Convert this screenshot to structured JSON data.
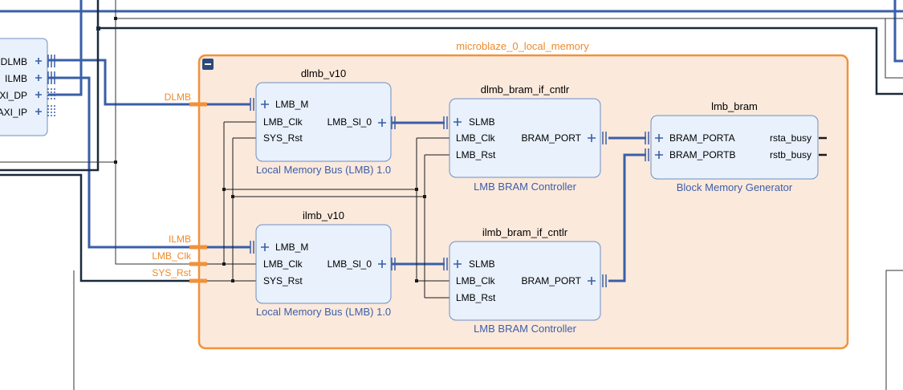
{
  "hier": {
    "name": "microblaze_0_local_memory",
    "ports": {
      "dlmb": "DLMB",
      "ilmb": "ILMB",
      "lmb_clk": "LMB_Clk",
      "sys_rst": "SYS_Rst"
    }
  },
  "mb": {
    "ports": [
      "DLMB",
      "ILMB",
      "XI_DP",
      "AXI_IP"
    ]
  },
  "dlmb_v10": {
    "name": "dlmb_v10",
    "subtitle": "Local Memory Bus (LMB) 1.0",
    "p_m": "LMB_M",
    "p_clk": "LMB_Clk",
    "p_rst": "SYS_Rst",
    "p_si": "LMB_Sl_0"
  },
  "ilmb_v10": {
    "name": "ilmb_v10",
    "subtitle": "Local Memory Bus (LMB) 1.0",
    "p_m": "LMB_M",
    "p_clk": "LMB_Clk",
    "p_rst": "SYS_Rst",
    "p_si": "LMB_Sl_0"
  },
  "dlmb_bram": {
    "name": "dlmb_bram_if_cntlr",
    "subtitle": "LMB BRAM Controller",
    "p_slmb": "SLMB",
    "p_clk": "LMB_Clk",
    "p_rst": "LMB_Rst",
    "p_bram": "BRAM_PORT"
  },
  "ilmb_bram": {
    "name": "ilmb_bram_if_cntlr",
    "subtitle": "LMB BRAM Controller",
    "p_slmb": "SLMB",
    "p_clk": "LMB_Clk",
    "p_rst": "LMB_Rst",
    "p_bram": "BRAM_PORT"
  },
  "lmb_bram": {
    "name": "lmb_bram",
    "subtitle": "Block Memory Generator",
    "p_a": "BRAM_PORTA",
    "p_b": "BRAM_PORTB",
    "p_ra": "rsta_busy",
    "p_rb": "rstb_busy"
  },
  "colors": {
    "hier_border": "#f0923a",
    "hier_fill": "#fbe9dc",
    "block_border": "#6f8fc0",
    "block_fill": "#e8f1fc",
    "bus": "#3a5ea8",
    "wire": "#1a1a1a",
    "subtitle": "#3c5ea8",
    "orange_text": "#ef8a2b"
  }
}
